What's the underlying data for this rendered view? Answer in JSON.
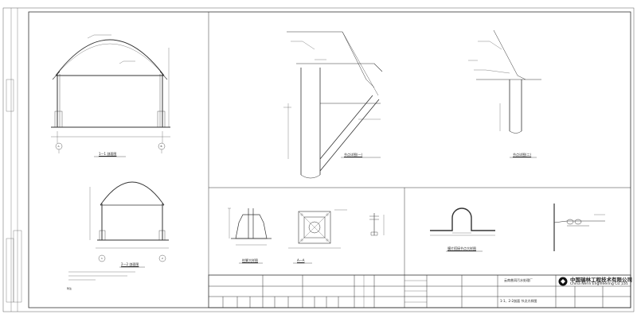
{
  "views": {
    "section_1_1": {
      "title": "1—1 剖面图"
    },
    "section_2_2": {
      "title": "2—2 剖面图"
    },
    "detail_1": {
      "title": "节点详图(一)"
    },
    "detail_2": {
      "title": "节点详图(二)"
    },
    "base_detail": {
      "title": "柱脚大样图"
    },
    "section_a_a": {
      "title": "A—A"
    },
    "cap_detail": {
      "title": "膜片搭接节点大样图"
    }
  },
  "axes": {
    "a": "A",
    "b": "B",
    "one": "1",
    "two": "2"
  },
  "notes": {
    "heading": "附注"
  },
  "title_block": {
    "project": "云南普洱污水处理厂",
    "drawing_title": "1-1、2-2剖面 节点大样图",
    "company_cn": "中国瑞林工程技术有限公司",
    "company_en": "China Nerin Engineering Co.,Ltd."
  },
  "colors": {
    "line": "#333333",
    "text": "#222222",
    "background": "#ffffff"
  }
}
